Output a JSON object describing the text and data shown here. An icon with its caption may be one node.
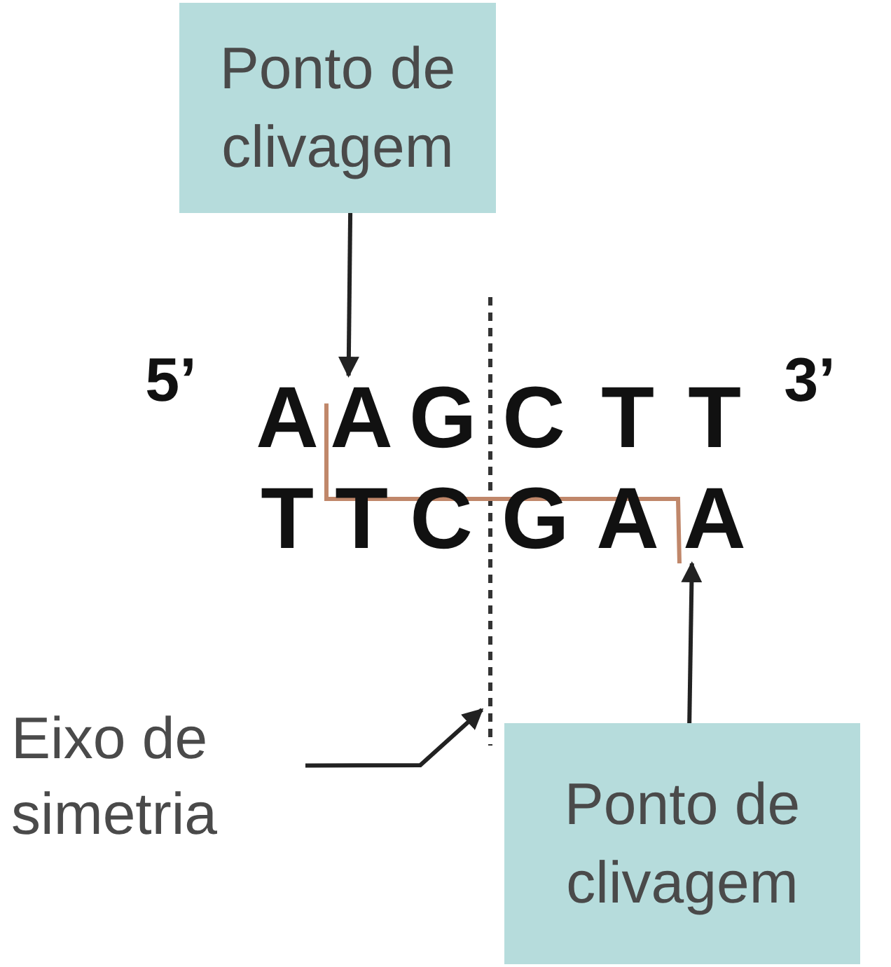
{
  "diagram": {
    "nodes": [
      {
        "text": [
          "Ponto de clivagem"
        ]
      },
      {
        "text": [
          "Ponto de clivagem"
        ]
      },
      {
        "text": [
          "Eixo de simetria"
        ]
      },
      {
        "text": [],
        "shape": "line"
      },
      {
        "text": [
          "A"
        ]
      },
      {
        "text": [
          "A"
        ]
      }
    ],
    "edges": [
      {
        "from": 0,
        "to": 4,
        "arrow": "to"
      },
      {
        "from": 1,
        "to": 5,
        "arrow": "to"
      },
      {
        "from": 2,
        "to": 3,
        "arrow": "to"
      },
      {
        "from": 4,
        "to": 5,
        "arrow": "none",
        "color": "#c0876a"
      }
    ],
    "labels": [
      "5’",
      "A",
      "G",
      "C",
      "T",
      "T",
      "3’",
      "T",
      "T",
      "C",
      "G",
      "A"
    ]
  }
}
